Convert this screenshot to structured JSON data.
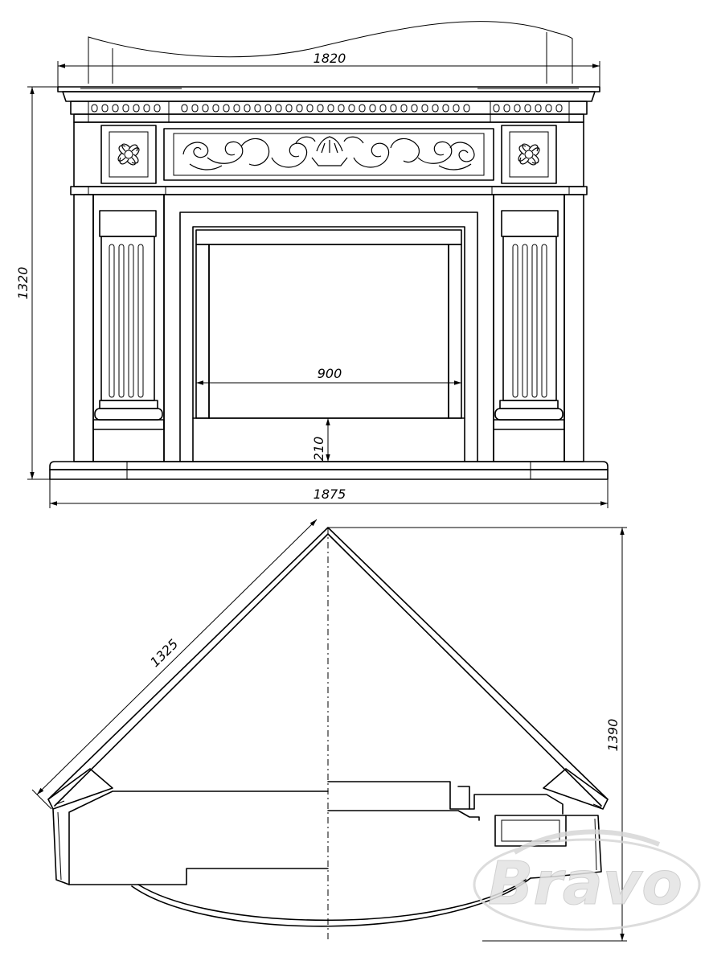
{
  "dimensions": {
    "mantel_width": "1820",
    "base_width": "1875",
    "height": "1320",
    "firebox_width": "900",
    "firebox_height": "210",
    "side_length": "1325",
    "depth": "1390"
  },
  "watermark": {
    "text": "Bravo"
  },
  "colors": {
    "line": "#000000",
    "watermark": "#d9d9d9"
  }
}
